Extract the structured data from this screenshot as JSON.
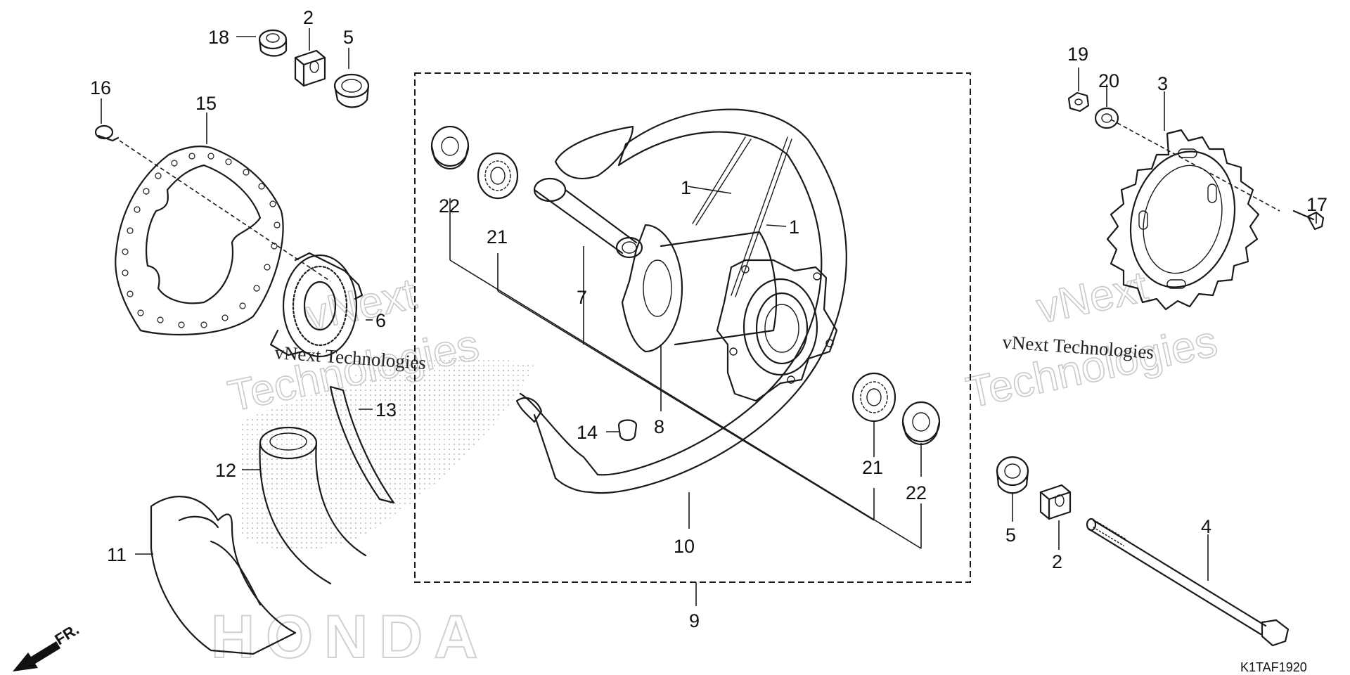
{
  "diagram": {
    "figure_code": "K1TAF1920",
    "direction_label": "FR.",
    "watermark_brand": "vNext",
    "watermark_word": "Technologies",
    "watermark_line": "vNext Technologies",
    "background_logo_letters": "HONDA",
    "callouts": {
      "c1a": "1",
      "c1b": "1",
      "c2a": "2",
      "c2b": "2",
      "c3": "3",
      "c4": "4",
      "c5a": "5",
      "c5b": "5",
      "c6": "6",
      "c7": "7",
      "c8": "8",
      "c9": "9",
      "c10": "10",
      "c11": "11",
      "c12": "12",
      "c13": "13",
      "c14": "14",
      "c15": "15",
      "c16": "16",
      "c17": "17",
      "c18": "18",
      "c19": "19",
      "c20": "20",
      "c21a": "21",
      "c21b": "21",
      "c22a": "22",
      "c22b": "22"
    }
  },
  "colors": {
    "line": "#1a1a1a",
    "watermark": "#c9c9c9",
    "background": "#ffffff"
  }
}
